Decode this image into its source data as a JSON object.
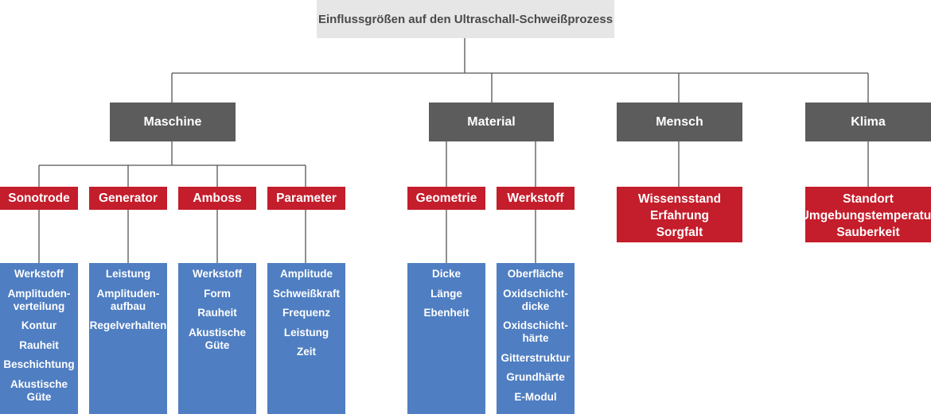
{
  "title": "Einflussgrößen auf den Ultraschall-Schweißprozess",
  "categories": {
    "maschine": {
      "label": "Maschine",
      "subs": {
        "sonotrode": {
          "label": "Sonotrode",
          "items": [
            "Werkstoff",
            "Amplituden-\nverteilung",
            "Kontur",
            "Rauheit",
            "Beschichtung",
            "Akustische\nGüte"
          ]
        },
        "generator": {
          "label": "Generator",
          "items": [
            "Leistung",
            "Amplituden-\naufbau",
            "Regelverhalten"
          ]
        },
        "amboss": {
          "label": "Amboss",
          "items": [
            "Werkstoff",
            "Form",
            "Rauheit",
            "Akustische\nGüte"
          ]
        },
        "parameter": {
          "label": "Parameter",
          "items": [
            "Amplitude",
            "Schweißkraft",
            "Frequenz",
            "Leistung",
            "Zeit"
          ]
        }
      }
    },
    "material": {
      "label": "Material",
      "subs": {
        "geometrie": {
          "label": "Geometrie",
          "items": [
            "Dicke",
            "Länge",
            "Ebenheit"
          ]
        },
        "werkstoff": {
          "label": "Werkstoff",
          "items": [
            "Oberfläche",
            "Oxidschicht-\ndicke",
            "Oxidschicht-\nhärte",
            "Gitterstruktur",
            "Grundhärte",
            "E-Modul"
          ]
        }
      }
    },
    "mensch": {
      "label": "Mensch",
      "factors": [
        "Wissensstand",
        "Erfahrung",
        "Sorgfalt"
      ]
    },
    "klima": {
      "label": "Klima",
      "factors": [
        "Standort",
        "Umgebungstemperatur",
        "Sauberkeit"
      ]
    }
  },
  "colors": {
    "root": "#e6e6e6",
    "category": "#5c5c5c",
    "subcategory": "#c41d2b",
    "leaf": "#4f7ec2",
    "connector": "#555555"
  }
}
